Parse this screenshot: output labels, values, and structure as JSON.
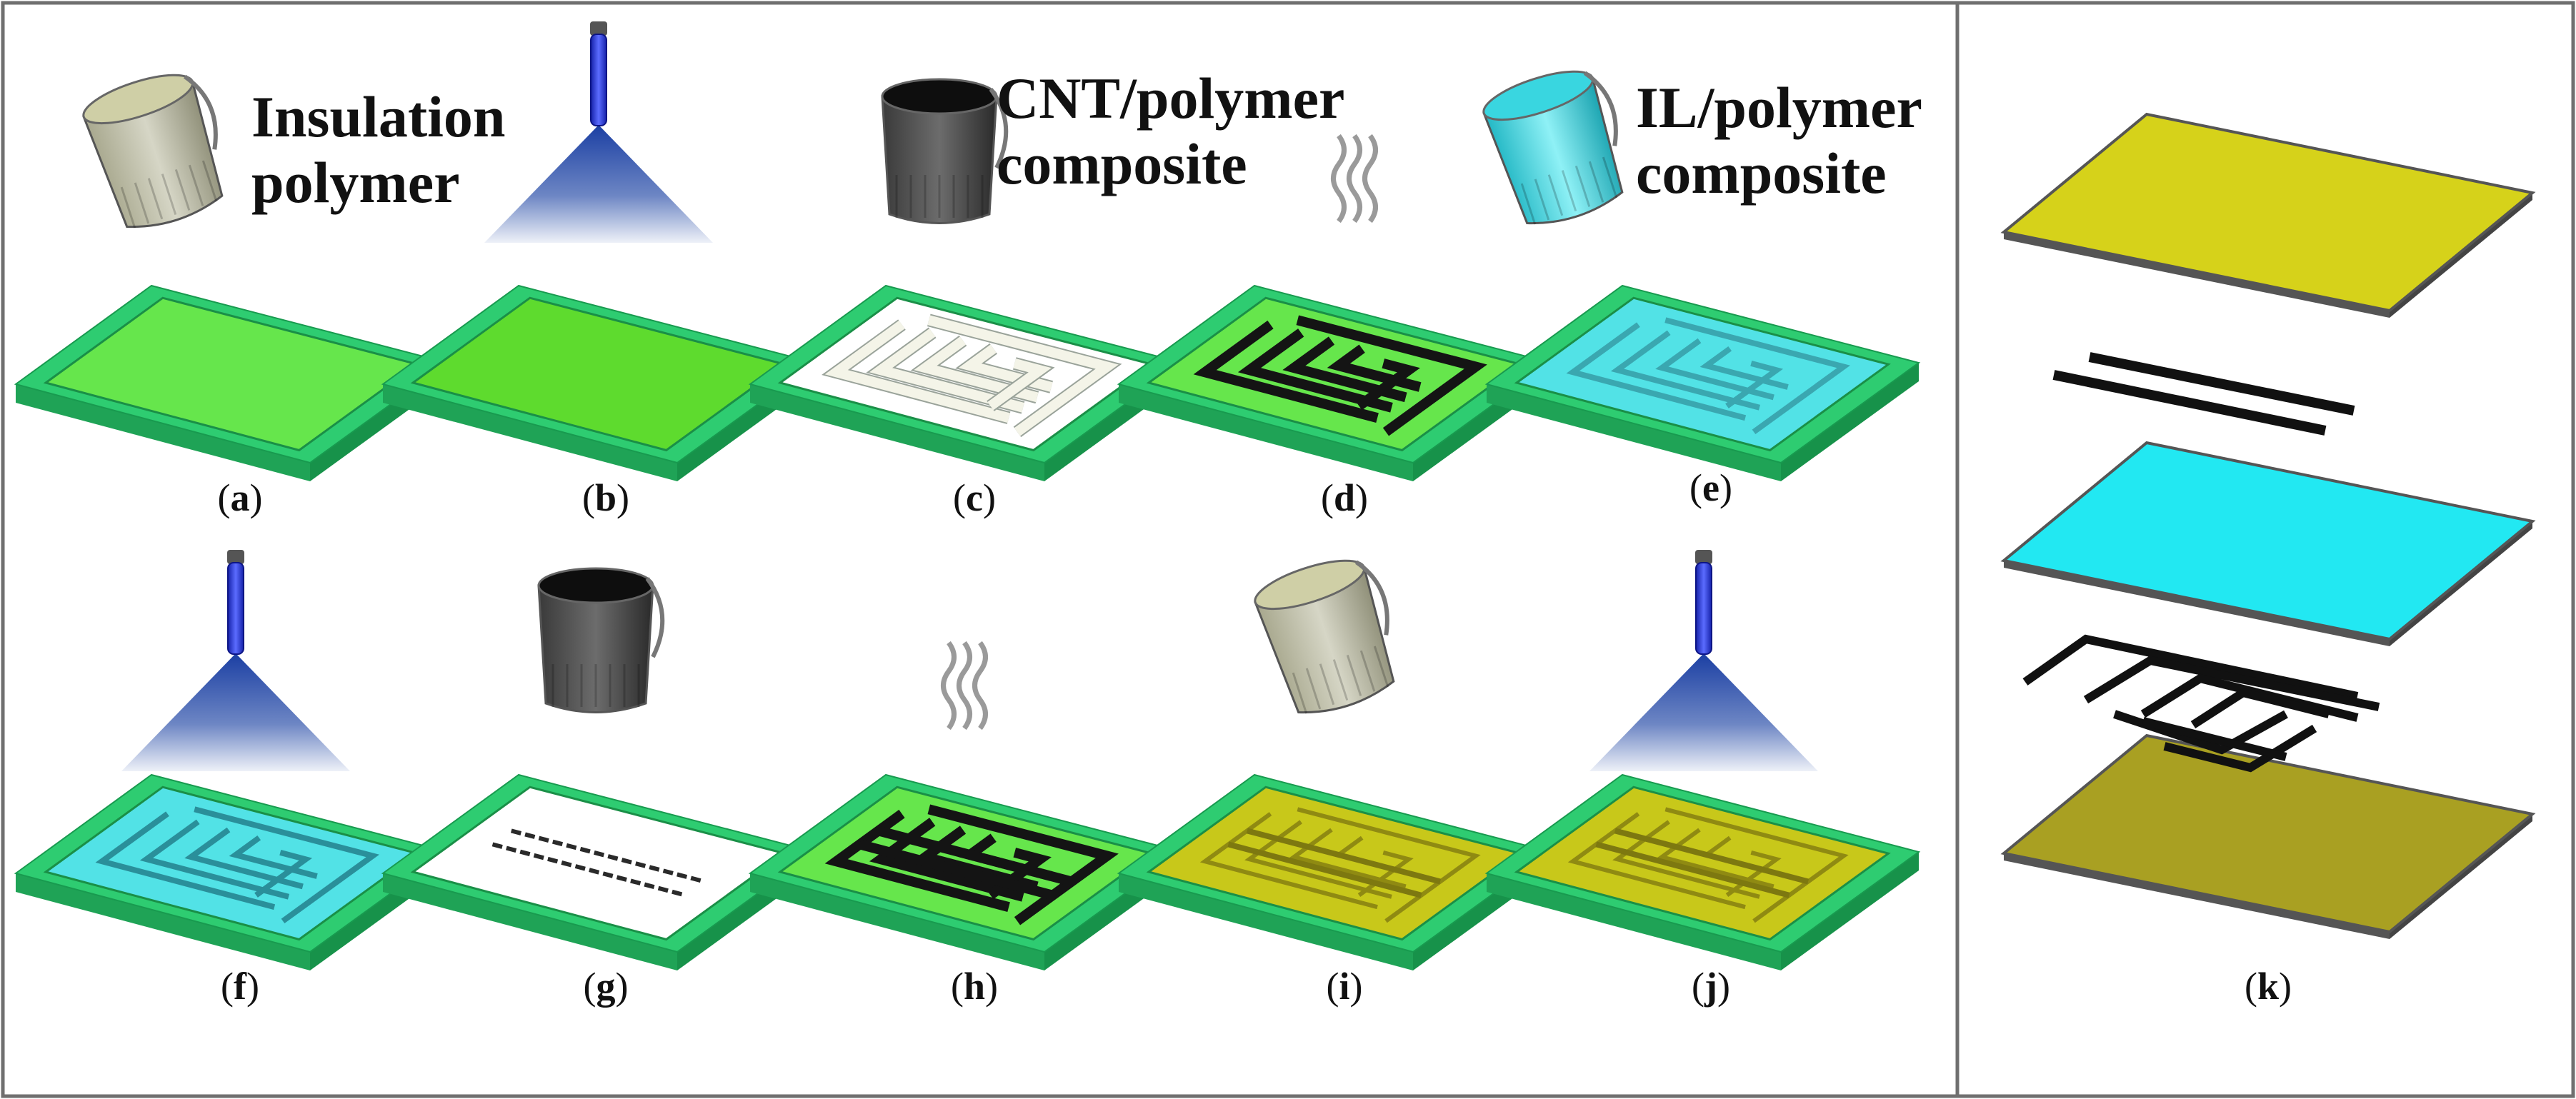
{
  "captions": {
    "insulation_line1": "Insulation",
    "insulation_line2": "polymer",
    "cnt_line1": "CNT/polymer",
    "cnt_line2": "composite",
    "il_line1": "IL/polymer",
    "il_line2": "composite"
  },
  "panels": [
    {
      "letter": "a",
      "fill": "green"
    },
    {
      "letter": "b",
      "fill": "green-sprayed"
    },
    {
      "letter": "c",
      "fill": "white-with-pattern"
    },
    {
      "letter": "d",
      "fill": "green-with-black-pattern"
    },
    {
      "letter": "e",
      "fill": "cyan-with-pattern"
    },
    {
      "letter": "f",
      "fill": "cyan-with-pattern-sprayed"
    },
    {
      "letter": "g",
      "fill": "white-with-lines"
    },
    {
      "letter": "h",
      "fill": "green-with-black-grid"
    },
    {
      "letter": "i",
      "fill": "yellow-with-grid"
    },
    {
      "letter": "j",
      "fill": "yellow-with-grid-sprayed"
    },
    {
      "letter": "k",
      "fill": "exploded-layer-stack"
    }
  ],
  "colors": {
    "frame": "#2ecc71",
    "frame_dark": "#1fa356",
    "green_fill": "#66e64c",
    "cyan_fill": "#52e2e6",
    "yellow_fill": "#c8c81a",
    "yellow_layer": "#d6d21a",
    "cyan_layer": "#22e8f2",
    "olive_layer": "#a9a022",
    "lamp_blue": "#2a3bd6",
    "beaker_gray": "#c9c9b8",
    "beaker_dark": "#333333",
    "beaker_cyan": "#3fd0dc"
  },
  "icons": [
    "beaker-icon",
    "uv-lamp-icon",
    "heat-wave-icon"
  ]
}
